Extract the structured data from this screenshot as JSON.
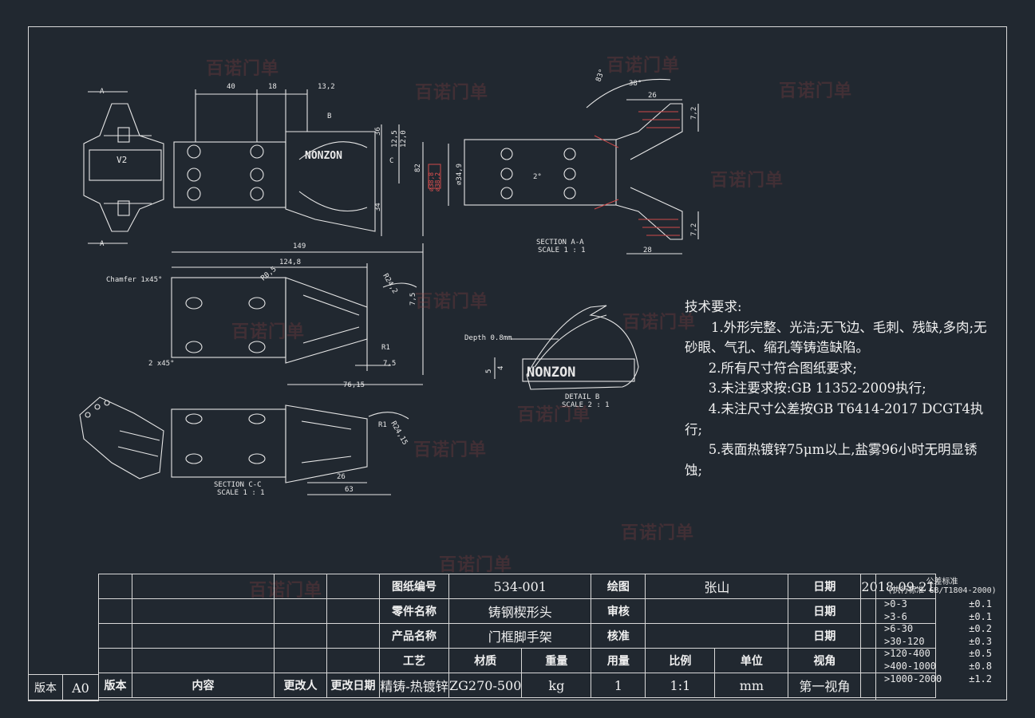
{
  "tech": {
    "title": "技术要求:",
    "items": [
      "1.外形完整、光洁;无飞边、毛刺、残缺,多肉;无砂眼、气孔、缩孔等铸造缺陷。",
      "2.所有尺寸符合图纸要求;",
      "3.未注要求按:GB 11352-2009执行;",
      "4.未注尺寸公差按GB T6414-2017 DCGT4执行;",
      "5.表面热镀锌75μm以上,盐雾96小时无明显锈蚀;"
    ]
  },
  "title_block": {
    "drawing_no_label": "图纸编号",
    "drawing_no": "534-001",
    "draw_label": "绘图",
    "drawer": "张山",
    "date_label": "日期",
    "date": "2018-09-21",
    "part_name_label": "零件名称",
    "part_name": "铸钢楔形头",
    "review_label": "审核",
    "review_date_label": "日期",
    "product_label": "产品名称",
    "product": "门框脚手架",
    "approve_label": "核准",
    "approve_date_label": "日期",
    "process_label": "工艺",
    "process": "精铸-热镀锌",
    "material_label": "材质",
    "material": "ZG270-500",
    "weight_label": "重量",
    "weight": "kg",
    "qty_label": "用量",
    "qty": "1",
    "scale_label": "比例",
    "scale": "1:1",
    "unit_label": "单位",
    "unit": "mm",
    "view_label": "视角",
    "view": "第一视角",
    "rev_label": "版本",
    "rev": "A0",
    "rev_col_label": "版本",
    "content_label": "内容",
    "changer_label": "更改人",
    "change_date_label": "更改日期"
  },
  "tolerance": {
    "title": "公差标准",
    "subtitle": "(执行标准 GB/T1804-2000)",
    "rows": [
      {
        "range": ">0-3",
        "tol": "±0.1"
      },
      {
        "range": ">3-6",
        "tol": "±0.1"
      },
      {
        "range": ">6-30",
        "tol": "±0.2"
      },
      {
        "range": ">30-120",
        "tol": "±0.3"
      },
      {
        "range": ">120-400",
        "tol": "±0.5"
      },
      {
        "range": ">400-1000",
        "tol": "±0.8"
      },
      {
        "range": ">1000-2000",
        "tol": "±1.2"
      }
    ]
  },
  "labels": {
    "section_aa": "SECTION A-A",
    "scale_11": "SCALE 1 : 1",
    "section_cc": "SECTION C-C",
    "scale_11b": "SCALE 1 : 1",
    "detail_b": "DETAIL B",
    "scale_21": "SCALE 2 : 1",
    "chamfer": "Chamfer 1x45°",
    "chamfer2": "2 x45°",
    "depth": "Depth 0.8mm",
    "brand": "NONZON",
    "mark_v2": "V2",
    "mark_a": "A",
    "mark_b": "B",
    "mark_c": "C"
  },
  "dims": {
    "d40": "40",
    "d18": "18",
    "d13_2": "13,2",
    "d36": "36",
    "d12_5": "12,5",
    "d12_0": "12,0",
    "d82": "82",
    "d34": "34",
    "d149": "149",
    "d124_8": "124,8",
    "d76_15": "76,15",
    "d7_5": "7,5",
    "d7_5b": "7,5",
    "d5": "5",
    "d4": "4",
    "d26": "26",
    "d63": "63",
    "d26b": "26",
    "d28": "28",
    "d7_2": "7,2",
    "d7_2b": "7,2",
    "d34_9": "⌀34,9",
    "d38_8": "⌀38,8",
    "d38_2": "⌀38,2",
    "d83": "83°",
    "d38deg": "38°",
    "d2": "2°",
    "r24_2": "R24,2",
    "r1": "R1",
    "r0_5": "R0,5",
    "r24_15": "R24,15",
    "r1b": "R1"
  },
  "watermark": "百诺门单"
}
